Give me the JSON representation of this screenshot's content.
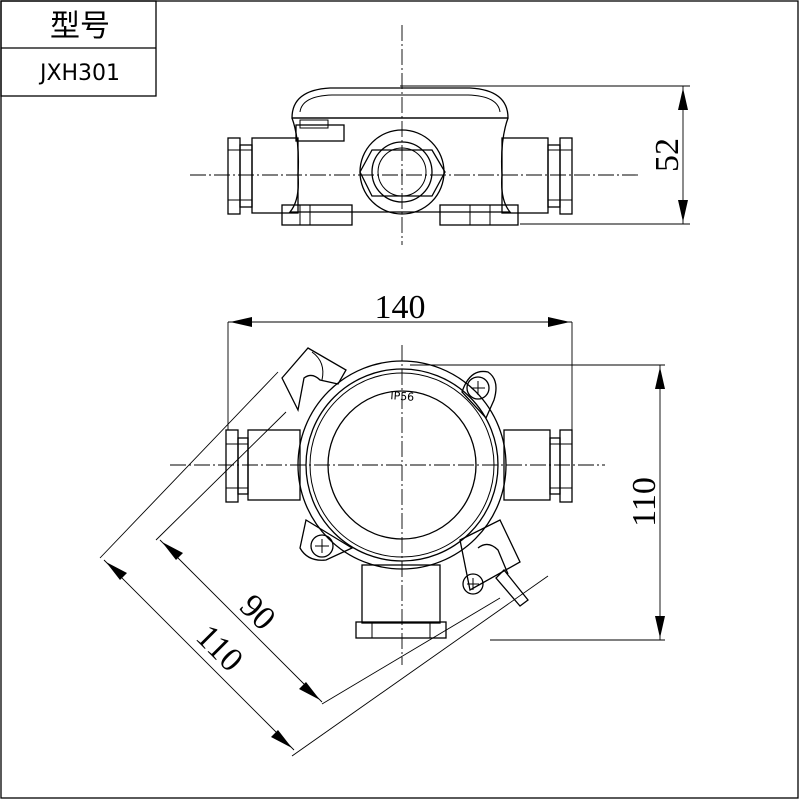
{
  "title_block": {
    "label": "型号",
    "model": "JXH301"
  },
  "dimensions": {
    "top_height": "52",
    "width": "140",
    "height": "110",
    "diag_inner": "90",
    "diag_outer": "110"
  },
  "markings": {
    "ip_rating": "IP56"
  }
}
